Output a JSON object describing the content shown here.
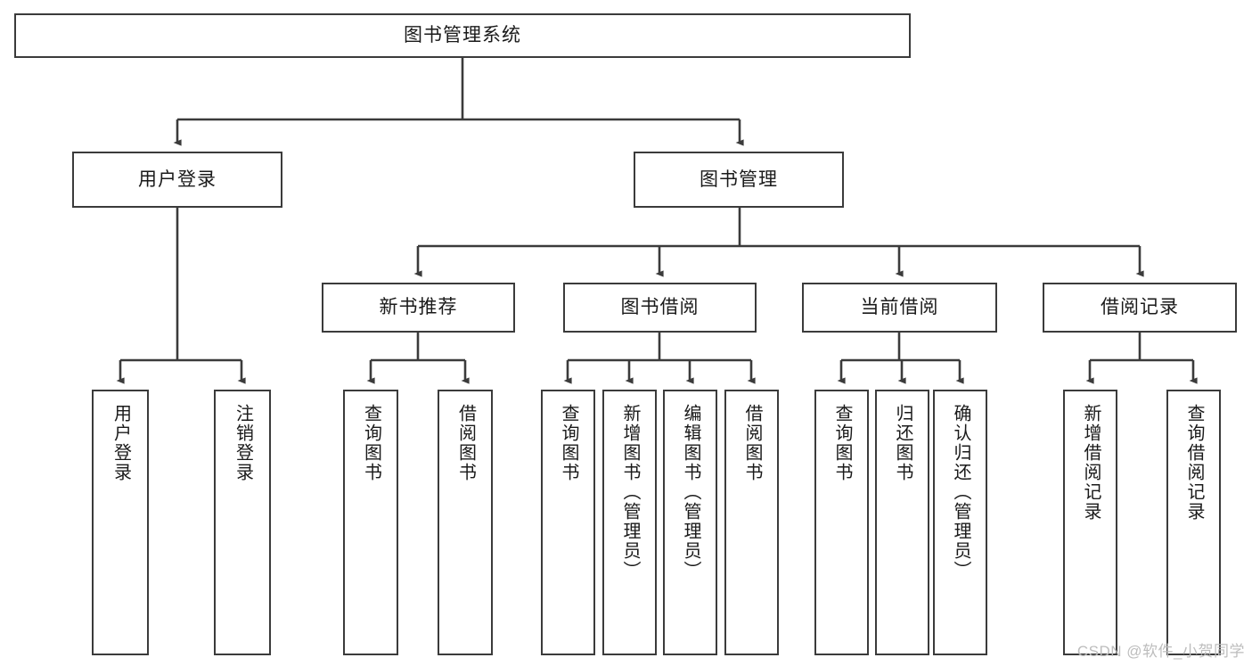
{
  "diagram": {
    "title": "图书管理系统",
    "watermark": "CSDN @软件_小贺同学",
    "colors": {
      "stroke": "#3b3b3b",
      "text": "#1a1a1a",
      "background": "#ffffff",
      "watermark": "#bdbdbd"
    },
    "root": {
      "label": "图书管理系统"
    },
    "level1": [
      {
        "label": "用户登录"
      },
      {
        "label": "图书管理"
      }
    ],
    "level2": [
      {
        "label": "新书推荐"
      },
      {
        "label": "图书借阅"
      },
      {
        "label": "当前借阅"
      },
      {
        "label": "借阅记录"
      }
    ],
    "leaves": {
      "user_login": [
        {
          "label": "用户登录"
        },
        {
          "label": "注销登录"
        }
      ],
      "new_book_recommend": [
        {
          "label": "查询图书"
        },
        {
          "label": "借阅图书"
        }
      ],
      "book_borrow": [
        {
          "label": "查询图书"
        },
        {
          "label": "新增图书（管理员）"
        },
        {
          "label": "编辑图书（管理员）"
        },
        {
          "label": "借阅图书"
        }
      ],
      "current_borrow": [
        {
          "label": "查询图书"
        },
        {
          "label": "归还图书"
        },
        {
          "label": "确认归还（管理员）"
        }
      ],
      "borrow_record": [
        {
          "label": "新增借阅记录"
        },
        {
          "label": "查询借阅记录"
        }
      ]
    }
  }
}
